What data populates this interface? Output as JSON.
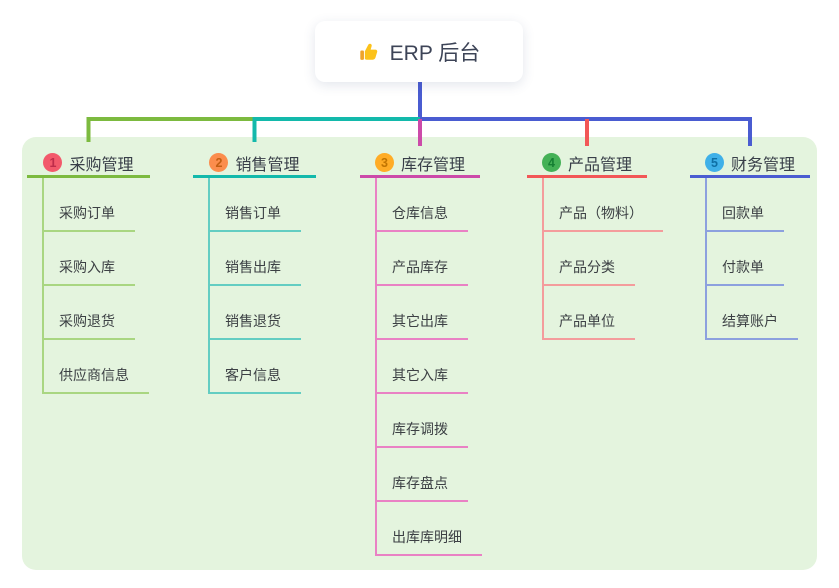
{
  "root": {
    "title": "ERP 后台",
    "icon": "thumbs-up-icon"
  },
  "branches": [
    {
      "badge": "1",
      "title": "采购管理",
      "color": "#7CBA3F",
      "light_color": "#A9D681",
      "badge_bg": "#F2596B",
      "badge_fg": "#BE2C4A",
      "items": [
        "采购订单",
        "采购入库",
        "采购退货",
        "供应商信息"
      ]
    },
    {
      "badge": "2",
      "title": "销售管理",
      "color": "#13B9AB",
      "light_color": "#63CDC2",
      "badge_bg": "#FB8D4D",
      "badge_fg": "#C25E12",
      "items": [
        "销售订单",
        "销售出库",
        "销售退货",
        "客户信息"
      ]
    },
    {
      "badge": "3",
      "title": "库存管理",
      "color": "#CC4AA9",
      "light_color": "#E981C4",
      "badge_bg": "#FFAC26",
      "badge_fg": "#C17400",
      "items": [
        "仓库信息",
        "产品库存",
        "其它出库",
        "其它入库",
        "库存调拨",
        "库存盘点",
        "出库库明细"
      ]
    },
    {
      "badge": "4",
      "title": "产品管理",
      "color": "#F25757",
      "light_color": "#F49C9C",
      "badge_bg": "#44B156",
      "badge_fg": "#157F33",
      "items": [
        "产品（物料）",
        "产品分类",
        "产品单位"
      ]
    },
    {
      "badge": "5",
      "title": "财务管理",
      "color": "#4A5CD1",
      "light_color": "#8CA0DE",
      "badge_bg": "#3FB0E8",
      "badge_fg": "#0E6FA5",
      "items": [
        "回款单",
        "付款单",
        "结算账户"
      ]
    }
  ],
  "colors": {
    "canvas_bg": "#FFFFFF",
    "panel_bg": "#E4F4DE",
    "root_line": "#4A5CD1",
    "icon_main": "#FCC21B",
    "icon_cuff": "#EFA32A"
  }
}
